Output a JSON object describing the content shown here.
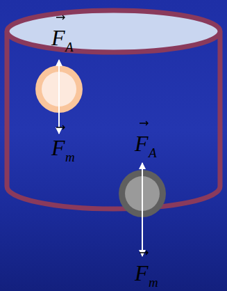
{
  "diagram": {
    "labels": [
      "F",
      "A",
      "F",
      "m",
      "F",
      "A",
      "F",
      "m"
    ]
  }
}
